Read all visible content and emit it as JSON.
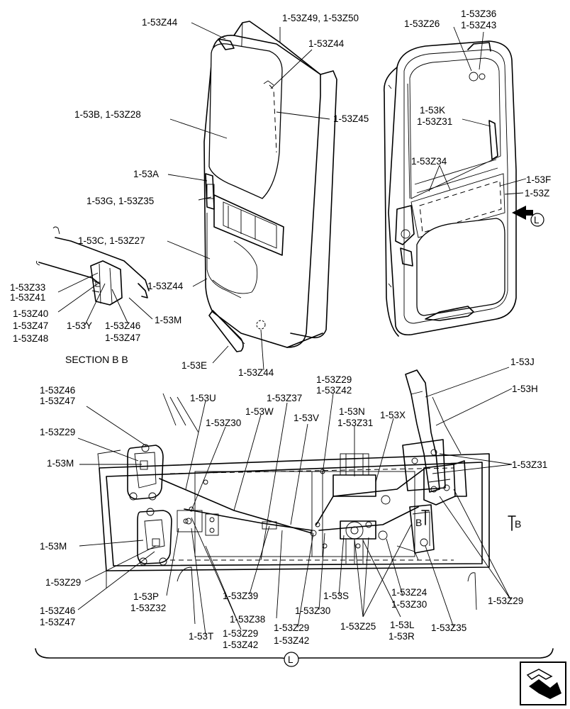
{
  "labels": {
    "z44_top": "1-53Z44",
    "z49_z50": "1-53Z49, 1-53Z50",
    "z44_glass": "1-53Z44",
    "b_z28": "1-53B, 1-53Z28",
    "z45": "1-53Z45",
    "a": "1-53A",
    "g_z35": "1-53G, 1-53Z35",
    "c_z27": "1-53C, 1-53Z27",
    "z44_mid": "1-53Z44",
    "z33": "1-53Z33",
    "z41": "1-53Z41",
    "z40": "1-53Z40",
    "z47_a": "1-53Z47",
    "z48": "1-53Z48",
    "y": "1-53Y",
    "z46_a": "1-53Z46",
    "z47_b": "1-53Z47",
    "m_top": "1-53M",
    "section_bb": "SECTION B B",
    "e": "1-53E",
    "z44_bottom": "1-53Z44",
    "z26": "1-53Z26",
    "z36": "1-53Z36",
    "z43": "1-53Z43",
    "k": "1-53K",
    "z31_k": "1-53Z31",
    "z34": "1-53Z34",
    "f": "1-53F",
    "z": "1-53Z",
    "view_l": "L",
    "j": "1-53J",
    "h": "1-53H",
    "z29_top": "1-53Z29",
    "z42_top": "1-53Z42",
    "z46_b": "1-53Z46",
    "z47_c": "1-53Z47",
    "u": "1-53U",
    "z37": "1-53Z37",
    "w": "1-53W",
    "v": "1-53V",
    "n": "1-53N",
    "z31_n": "1-53Z31",
    "x": "1-53X",
    "z30_left": "1-53Z30",
    "z29_left": "1-53Z29",
    "m_lower1": "1-53M",
    "z31_right": "1-53Z31",
    "m_lower2": "1-53M",
    "b_arrow_1": "B",
    "b_arrow_2": "B",
    "z29_lowleft": "1-53Z29",
    "z46_c": "1-53Z46",
    "z47_d": "1-53Z47",
    "p": "1-53P",
    "z32": "1-53Z32",
    "z39": "1-53Z39",
    "z38": "1-53Z38",
    "z30_mid": "1-53Z30",
    "s": "1-53S",
    "z24": "1-53Z24",
    "z30_right": "1-53Z30",
    "z29_right": "1-53Z29",
    "t": "1-53T",
    "z29_bottom1": "1-53Z29",
    "z42_bottom1": "1-53Z42",
    "z29_bottom2": "1-53Z29",
    "z42_bottom2": "1-53Z42",
    "z25": "1-53Z25",
    "l": "1-53L",
    "r": "1-53R",
    "z35": "1-53Z35",
    "view_l_bottom": "L"
  },
  "nav": {
    "icon": "next-page-arrow-icon"
  }
}
